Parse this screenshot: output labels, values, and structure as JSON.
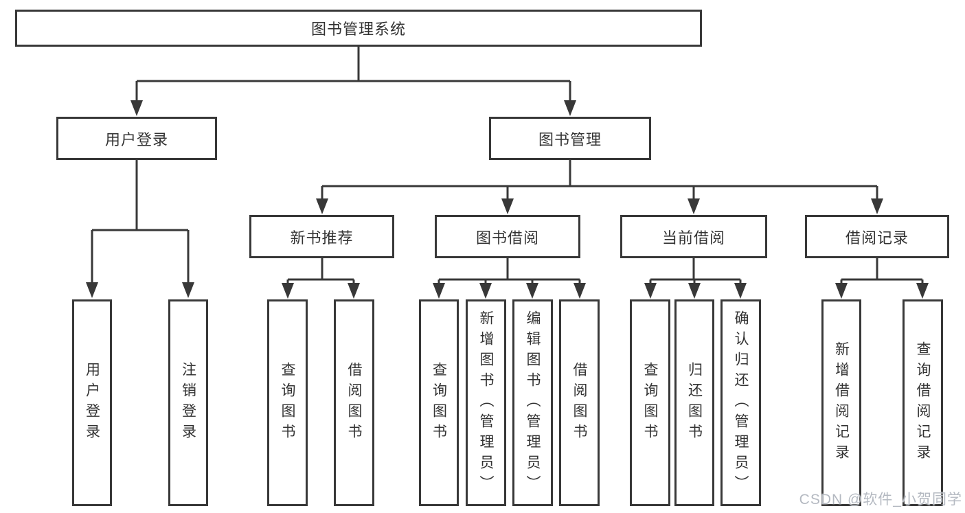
{
  "colors": {
    "line": "#383838",
    "box_border": "#383838",
    "box_fill": "#ffffff",
    "text": "#333333",
    "watermark": "#b4b9c1",
    "background": "#ffffff"
  },
  "diagram_type": "hierarchy-tree",
  "tree": {
    "label": "图书管理系统",
    "children": [
      {
        "label": "用户登录",
        "children": [
          {
            "label": "用户登录"
          },
          {
            "label": "注销登录"
          }
        ]
      },
      {
        "label": "图书管理",
        "children": [
          {
            "label": "新书推荐",
            "children": [
              {
                "label": "查询图书"
              },
              {
                "label": "借阅图书"
              }
            ]
          },
          {
            "label": "图书借阅",
            "children": [
              {
                "label": "查询图书"
              },
              {
                "label": "新增图书（管理员）"
              },
              {
                "label": "编辑图书（管理员）"
              },
              {
                "label": "借阅图书"
              }
            ]
          },
          {
            "label": "当前借阅",
            "children": [
              {
                "label": "查询图书"
              },
              {
                "label": "归还图书"
              },
              {
                "label": "确认归还（管理员）"
              }
            ]
          },
          {
            "label": "借阅记录",
            "children": [
              {
                "label": "新增借阅记录"
              },
              {
                "label": "查询借阅记录"
              }
            ]
          }
        ]
      }
    ]
  },
  "watermark": {
    "text": "CSDN @软件_小贺同学"
  }
}
